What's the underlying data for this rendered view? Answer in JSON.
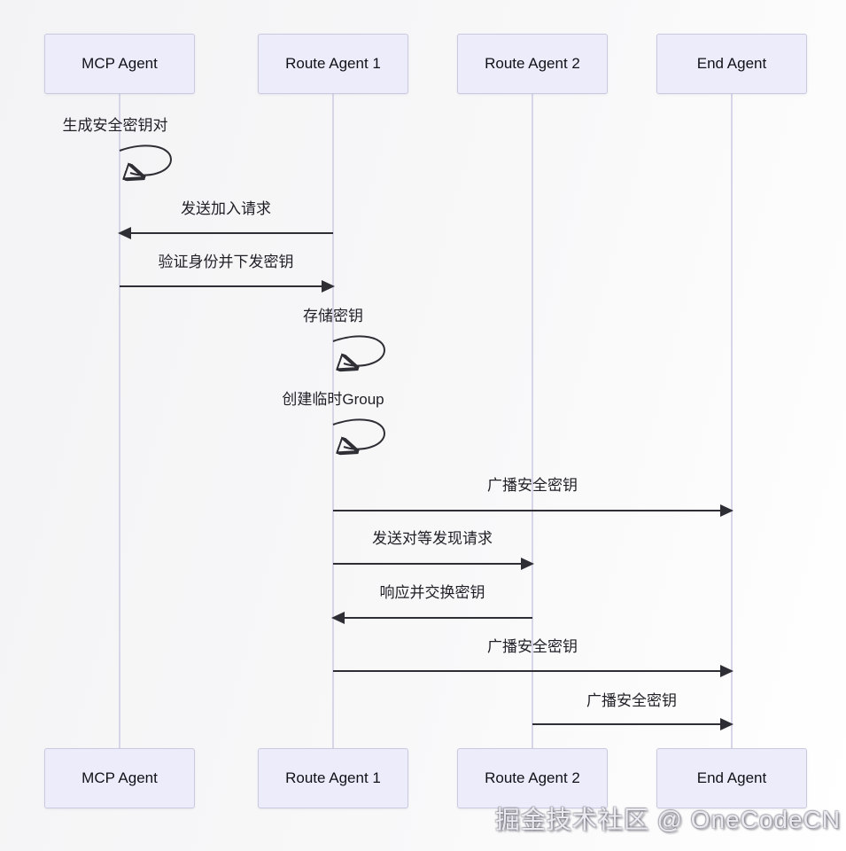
{
  "diagram": {
    "type": "sequence",
    "actors": [
      {
        "name": "MCP Agent"
      },
      {
        "name": "Route Agent 1"
      },
      {
        "name": "Route Agent 2"
      },
      {
        "name": "End Agent"
      }
    ],
    "messages": [
      {
        "label": "生成安全密钥对",
        "from": "MCP Agent",
        "to": "MCP Agent",
        "kind": "self-loop"
      },
      {
        "label": "发送加入请求",
        "from": "Route Agent 1",
        "to": "MCP Agent",
        "kind": "solid-arrow"
      },
      {
        "label": "验证身份并下发密钥",
        "from": "MCP Agent",
        "to": "Route Agent 1",
        "kind": "solid-arrow"
      },
      {
        "label": "存储密钥",
        "from": "Route Agent 1",
        "to": "Route Agent 1",
        "kind": "self-loop"
      },
      {
        "label": "创建临时Group",
        "from": "Route Agent 1",
        "to": "Route Agent 1",
        "kind": "self-loop"
      },
      {
        "label": "广播安全密钥",
        "from": "Route Agent 1",
        "to": "End Agent",
        "kind": "solid-arrow"
      },
      {
        "label": "发送对等发现请求",
        "from": "Route Agent 1",
        "to": "Route Agent 2",
        "kind": "solid-arrow"
      },
      {
        "label": "响应并交换密钥",
        "from": "Route Agent 2",
        "to": "Route Agent 1",
        "kind": "solid-arrow"
      },
      {
        "label": "广播安全密钥",
        "from": "Route Agent 1",
        "to": "End Agent",
        "kind": "solid-arrow"
      },
      {
        "label": "广播安全密钥",
        "from": "Route Agent 2",
        "to": "End Agent",
        "kind": "solid-arrow"
      }
    ],
    "colors": {
      "actor_fill": "#ECECFA",
      "actor_border": "#C9C9E0",
      "lifeline": "#D6D6E8",
      "arrow": "#2E2E35",
      "text": "#1F1F26",
      "background": "#F8F8F9"
    }
  },
  "watermark": {
    "text": "掘金技术社区 @ OneCodeCN"
  }
}
